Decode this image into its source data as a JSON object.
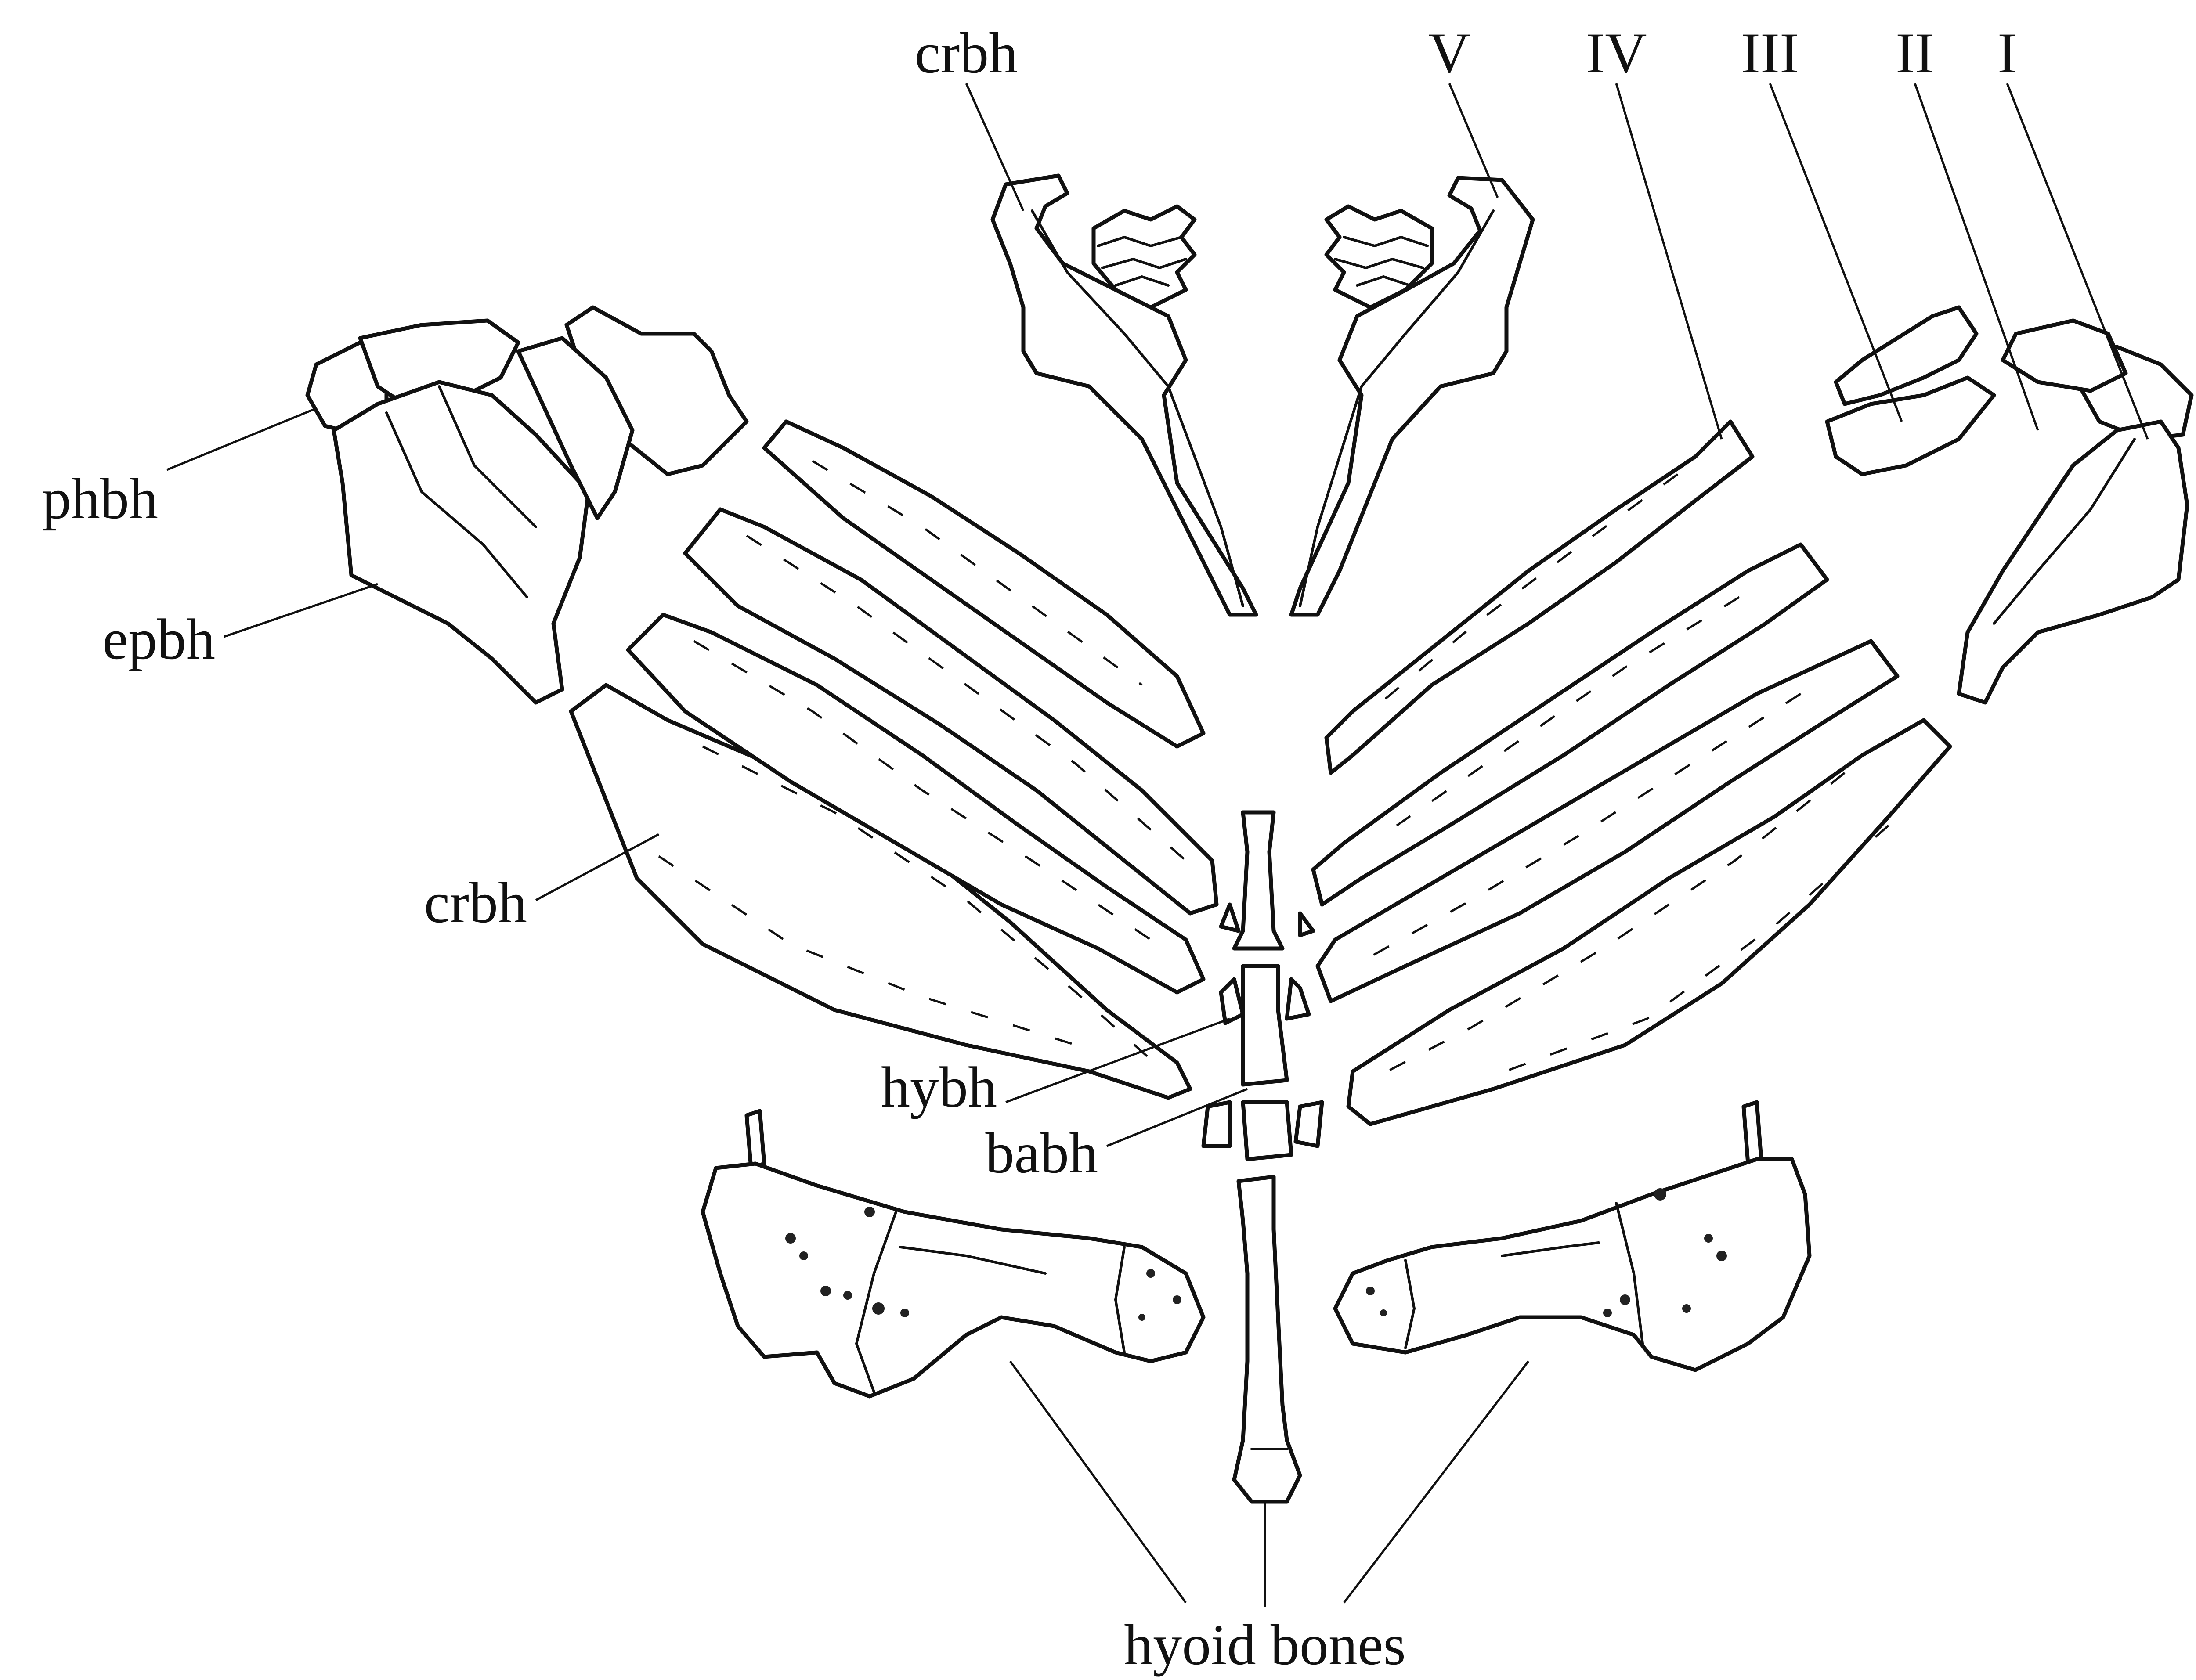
{
  "labels": {
    "crbh_top": "crbh",
    "arch_v": "V",
    "arch_iv": "IV",
    "arch_iii": "III",
    "arch_ii": "II",
    "arch_i": "I",
    "phbh": "phbh",
    "epbh": "epbh",
    "crbh_left": "crbh",
    "hybh": "hybh",
    "babh": "babh",
    "hyoid": "hyoid bones"
  }
}
